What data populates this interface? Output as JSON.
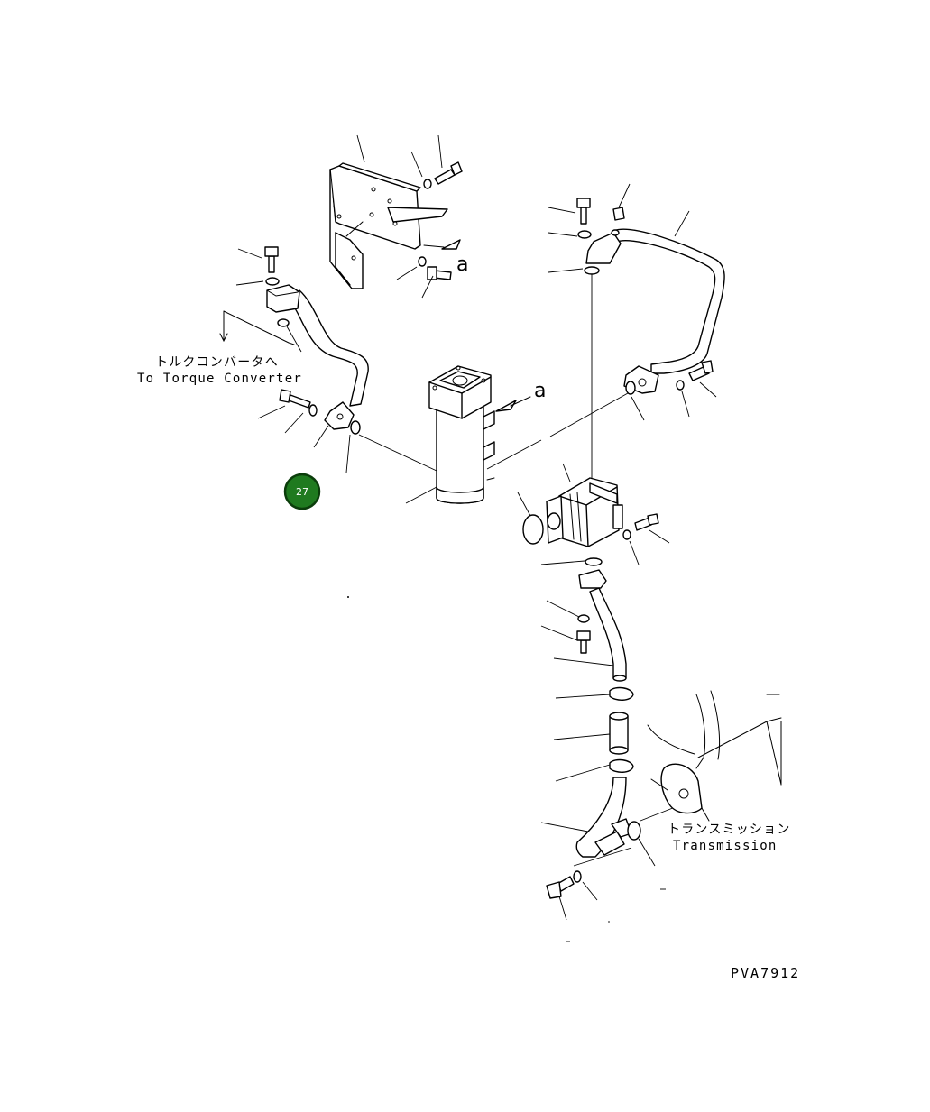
{
  "drawing": {
    "labels": {
      "torque_jp": "トルクコンバータへ",
      "torque_en": "To Torque Converter",
      "trans_jp": "トランスミッション",
      "trans_en": "Transmission",
      "ref_a": "a",
      "code": "PVA7912"
    },
    "badge": {
      "number": "27",
      "color": "#1f7a1f"
    }
  }
}
